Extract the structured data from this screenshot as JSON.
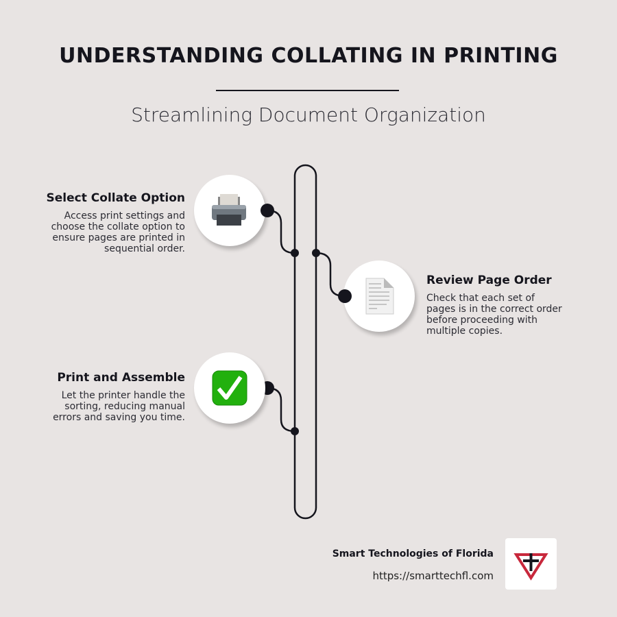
{
  "header": {
    "title": "UNDERSTANDING COLLATING IN PRINTING",
    "subtitle": "Streamlining Document Organization"
  },
  "steps": [
    {
      "title": "Select Collate Option",
      "body": "Access print settings and choose the collate option to ensure pages are printed in sequential order.",
      "icon": "printer-icon"
    },
    {
      "title": "Review Page Order",
      "body": "Check that each set of pages is in the correct order before proceeding with multiple copies.",
      "icon": "document-page-icon"
    },
    {
      "title": "Print and Assemble",
      "body": "Let the printer handle the sorting, reducing manual errors and saving you time.",
      "icon": "check-mark-button-icon"
    }
  ],
  "footer": {
    "company": "Smart Technologies of Florida",
    "url": "https://smarttechfl.com",
    "logo_colors": {
      "red": "#c8283c",
      "dark": "#15151d"
    }
  },
  "colors": {
    "background": "#e8e4e3",
    "ink": "#15151d",
    "check_green": "#22b00e"
  }
}
